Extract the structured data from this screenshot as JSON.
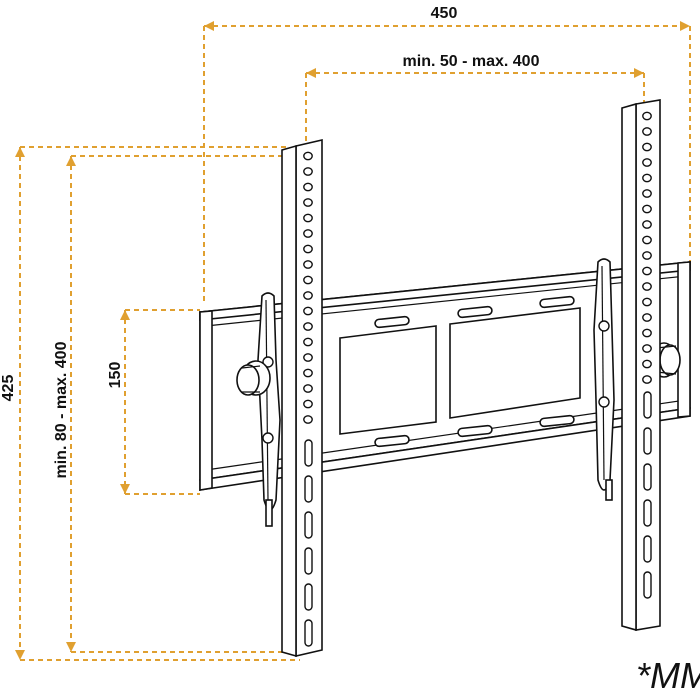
{
  "dimensions": {
    "overall_width": "450",
    "vesa_horizontal": "min. 50 - max. 400",
    "overall_height": "425",
    "vesa_vertical": "min. 80 - max. 400",
    "wall_plate_height": "150"
  },
  "unit_note": "*MM",
  "colors": {
    "dimension_line": "#e0a030",
    "outline": "#111111",
    "background": "#ffffff"
  }
}
